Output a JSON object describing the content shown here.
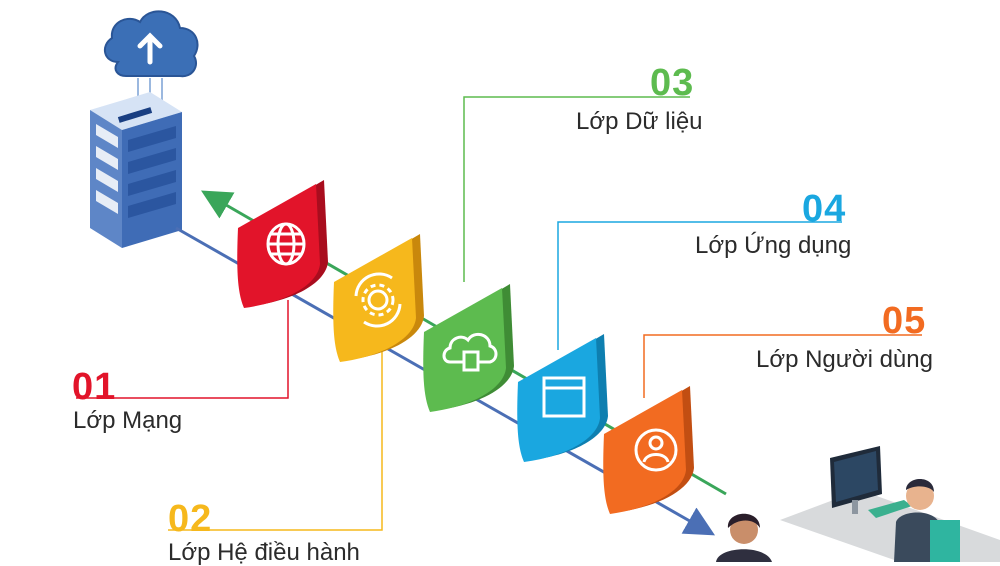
{
  "colors": {
    "layer1": "#e2142a",
    "layer2": "#f6b81c",
    "layer3": "#5dbb4f",
    "layer4": "#1aa7e0",
    "layer5": "#f26b21",
    "arrow_green": "#3aa65a",
    "arrow_blue": "#4b6fb5"
  },
  "layers": [
    {
      "number": "01",
      "label": "Lớp Mạng",
      "icon": "globe-icon"
    },
    {
      "number": "02",
      "label": "Lớp Hệ điều hành",
      "icon": "gear-sync-icon"
    },
    {
      "number": "03",
      "label": "Lớp Dữ liệu",
      "icon": "cloud-document-icon"
    },
    {
      "number": "04",
      "label": "Lớp Ứng dụng",
      "icon": "browser-window-icon"
    },
    {
      "number": "05",
      "label": "Lớp Người dùng",
      "icon": "user-icon"
    }
  ],
  "illustration": {
    "server": "server-rack-icon",
    "cloud": "cloud-upload-icon",
    "users": "users-at-computer-icon"
  }
}
